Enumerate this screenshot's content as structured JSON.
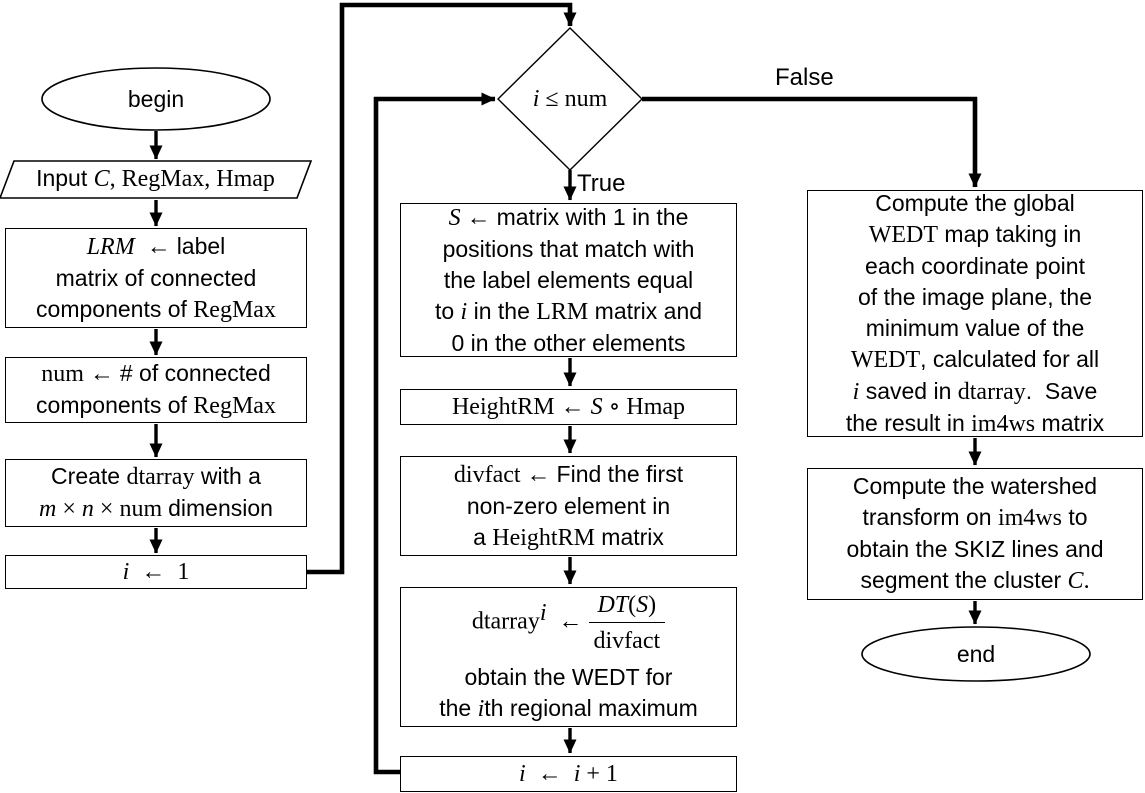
{
  "diagram": {
    "labels": {
      "true_label": "True",
      "false_label": "False"
    },
    "nodes": {
      "begin": {
        "shape": "ellipse",
        "lines": [
          [
            {
              "t": "begin",
              "f": "sans"
            }
          ]
        ]
      },
      "input": {
        "shape": "parallelogram",
        "lines": [
          [
            {
              "t": "Input ",
              "f": "sans"
            },
            {
              "t": "C",
              "f": "it"
            },
            {
              "t": ", RegMax, Hmap",
              "f": "rm"
            }
          ]
        ]
      },
      "lrm": {
        "shape": "rect",
        "lines": [
          [
            {
              "t": "LRM",
              "f": "it"
            },
            {
              "t": "  ← ",
              "f": "rm"
            },
            {
              "t": "label",
              "f": "sans"
            }
          ],
          [
            {
              "t": "matrix of connected",
              "f": "sans"
            }
          ],
          [
            {
              "t": "components of ",
              "f": "sans"
            },
            {
              "t": "RegMax",
              "f": "rm"
            }
          ]
        ]
      },
      "num": {
        "shape": "rect",
        "lines": [
          [
            {
              "t": "num ← ",
              "f": "rm"
            },
            {
              "t": "# of connected",
              "f": "sans"
            }
          ],
          [
            {
              "t": "components of ",
              "f": "sans"
            },
            {
              "t": "RegMax",
              "f": "rm"
            }
          ]
        ]
      },
      "create": {
        "shape": "rect",
        "lines": [
          [
            {
              "t": "Create ",
              "f": "sans"
            },
            {
              "t": "dtarray",
              "f": "rm"
            },
            {
              "t": " with a",
              "f": "sans"
            }
          ],
          [
            {
              "t": "m",
              "f": "it"
            },
            {
              "t": " × ",
              "f": "rm"
            },
            {
              "t": "n",
              "f": "it"
            },
            {
              "t": " × num ",
              "f": "rm"
            },
            {
              "t": "dimension",
              "f": "sans"
            }
          ]
        ]
      },
      "init_i": {
        "shape": "rect",
        "lines": [
          [
            {
              "t": "i",
              "f": "it"
            },
            {
              "t": "  ←  1",
              "f": "rm"
            }
          ]
        ]
      },
      "cond": {
        "shape": "diamond",
        "lines": [
          [
            {
              "t": "i",
              "f": "it"
            },
            {
              "t": " ≤ num",
              "f": "rm"
            }
          ]
        ]
      },
      "smatrix": {
        "shape": "rect",
        "lines": [
          [
            {
              "t": "S",
              "f": "it"
            },
            {
              "t": " ← ",
              "f": "rm"
            },
            {
              "t": "matrix with 1 in the",
              "f": "sans"
            }
          ],
          [
            {
              "t": "positions that match with",
              "f": "sans"
            }
          ],
          [
            {
              "t": "the label elements equal",
              "f": "sans"
            }
          ],
          [
            {
              "t": "to ",
              "f": "sans"
            },
            {
              "t": "i",
              "f": "it"
            },
            {
              "t": " in the ",
              "f": "sans"
            },
            {
              "t": "LRM",
              "f": "rm"
            },
            {
              "t": " matrix and",
              "f": "sans"
            }
          ],
          [
            {
              "t": "0 in the other elements",
              "f": "sans"
            }
          ]
        ]
      },
      "heightrm": {
        "shape": "rect",
        "lines": [
          [
            {
              "t": "HeightRM ← ",
              "f": "rm"
            },
            {
              "t": "S",
              "f": "it"
            },
            {
              "t": " ∘ Hmap",
              "f": "rm"
            }
          ]
        ]
      },
      "divfact": {
        "shape": "rect",
        "lines": [
          [
            {
              "t": "divfact ← ",
              "f": "rm"
            },
            {
              "t": "Find the first",
              "f": "sans"
            }
          ],
          [
            {
              "t": "non-zero element in",
              "f": "sans"
            }
          ],
          [
            {
              "t": "a ",
              "f": "sans"
            },
            {
              "t": "HeightRM",
              "f": "rm"
            },
            {
              "t": " matrix",
              "f": "sans"
            }
          ]
        ]
      },
      "dtarray": {
        "shape": "rect",
        "formula": [
          {
            "t": "dtarray",
            "f": "rm"
          },
          {
            "sup": [
              {
                "t": "i",
                "f": "it"
              }
            ]
          },
          {
            "t": "  ←",
            "f": "rm"
          },
          {
            "frac": {
              "n": [
                {
                  "t": "DT",
                  "f": "it"
                },
                {
                  "t": "(",
                  "f": "rm"
                },
                {
                  "t": "S",
                  "f": "it"
                },
                {
                  "t": ")",
                  "f": "rm"
                }
              ],
              "d": [
                {
                  "t": "divfact",
                  "f": "rm"
                }
              ]
            }
          }
        ],
        "lines": [
          [
            {
              "t": "obtain the WEDT for",
              "f": "sans"
            }
          ],
          [
            {
              "t": "the ",
              "f": "sans"
            },
            {
              "t": "i",
              "f": "it"
            },
            {
              "t": "th regional maximum",
              "f": "sans"
            }
          ]
        ]
      },
      "inc": {
        "shape": "rect",
        "lines": [
          [
            {
              "t": "i",
              "f": "it"
            },
            {
              "t": "  ←  ",
              "f": "rm"
            },
            {
              "t": "i",
              "f": "it"
            },
            {
              "t": " + 1",
              "f": "rm"
            }
          ]
        ]
      },
      "wedt": {
        "shape": "rect",
        "lines": [
          [
            {
              "t": "Compute the global",
              "f": "sans"
            }
          ],
          [
            {
              "t": "WEDT",
              "f": "rm"
            },
            {
              "t": " map taking in",
              "f": "sans"
            }
          ],
          [
            {
              "t": "each coordinate point",
              "f": "sans"
            }
          ],
          [
            {
              "t": "of the image plane, the",
              "f": "sans"
            }
          ],
          [
            {
              "t": "minimum value of the",
              "f": "sans"
            }
          ],
          [
            {
              "t": "WEDT",
              "f": "rm"
            },
            {
              "t": ", calculated for all",
              "f": "sans"
            }
          ],
          [
            {
              "t": "i",
              "f": "it"
            },
            {
              "t": " saved in ",
              "f": "sans"
            },
            {
              "t": "dtarray",
              "f": "rm"
            },
            {
              "t": ".  Save",
              "f": "sans"
            }
          ],
          [
            {
              "t": "the result in ",
              "f": "sans"
            },
            {
              "t": "im4ws",
              "f": "rm"
            },
            {
              "t": " matrix",
              "f": "sans"
            }
          ]
        ]
      },
      "watershed": {
        "shape": "rect",
        "lines": [
          [
            {
              "t": "Compute the watershed",
              "f": "sans"
            }
          ],
          [
            {
              "t": "transform on ",
              "f": "sans"
            },
            {
              "t": "im4ws",
              "f": "rm"
            },
            {
              "t": " to",
              "f": "sans"
            }
          ],
          [
            {
              "t": "obtain the SKIZ lines and",
              "f": "sans"
            }
          ],
          [
            {
              "t": "segment the cluster ",
              "f": "sans"
            },
            {
              "t": "C",
              "f": "it"
            },
            {
              "t": ".",
              "f": "rm"
            }
          ]
        ]
      },
      "end": {
        "shape": "ellipse",
        "lines": [
          [
            {
              "t": "end",
              "f": "sans"
            }
          ]
        ]
      }
    },
    "colors": {
      "ink": "#000000",
      "background": "#ffffff"
    }
  }
}
